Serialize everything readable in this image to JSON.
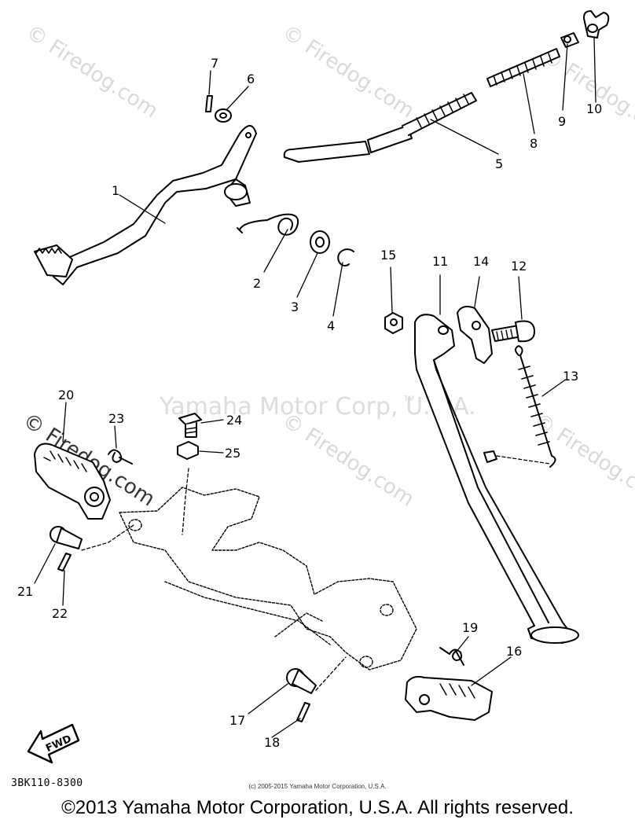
{
  "watermarks": {
    "brand": "© Firedog.com",
    "center": "Yamaha Motor Corp, U.S.A.",
    "tm": "TM"
  },
  "callouts": [
    "1",
    "2",
    "3",
    "4",
    "5",
    "6",
    "7",
    "8",
    "9",
    "10",
    "11",
    "12",
    "13",
    "14",
    "15",
    "16",
    "17",
    "18",
    "19",
    "20",
    "21",
    "22",
    "23",
    "24",
    "25"
  ],
  "fwd_label": "FWD",
  "part_number": "3BK110-8300",
  "small_copyright": "(c) 2005-2015 Yamaha Motor Corporation, U.S.A.",
  "copyright": "©2013 Yamaha Motor Corporation, U.S.A. All rights reserved."
}
